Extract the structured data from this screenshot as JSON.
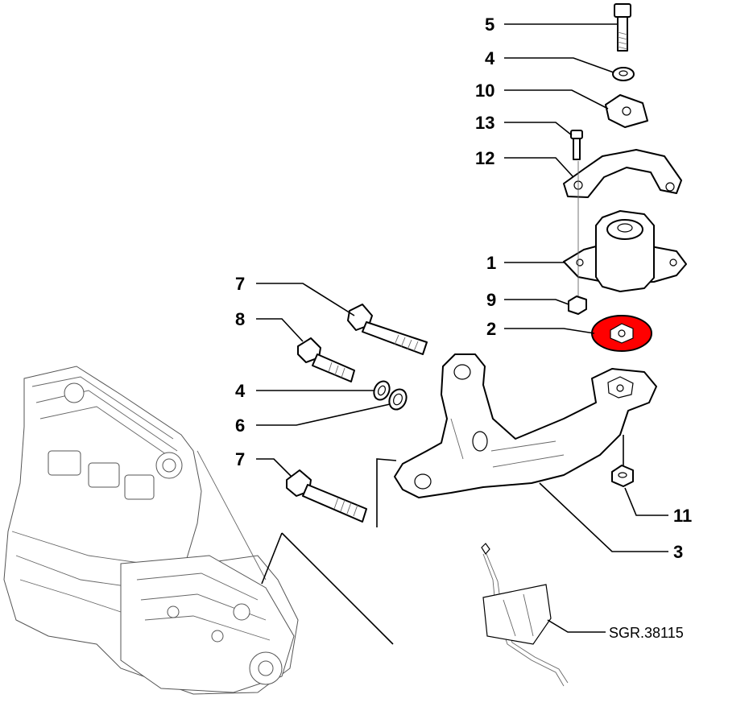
{
  "callouts": {
    "c5": "5",
    "c4_top": "4",
    "c10": "10",
    "c13": "13",
    "c12": "12",
    "c1": "1",
    "c9": "9",
    "c2": "2",
    "c7_top": "7",
    "c8": "8",
    "c4_mid": "4",
    "c6": "6",
    "c7_bottom": "7",
    "c11": "11",
    "c3": "3"
  },
  "reference": "SGR.38115",
  "highlight_color": "#ff0000",
  "highlighted_part": "2"
}
